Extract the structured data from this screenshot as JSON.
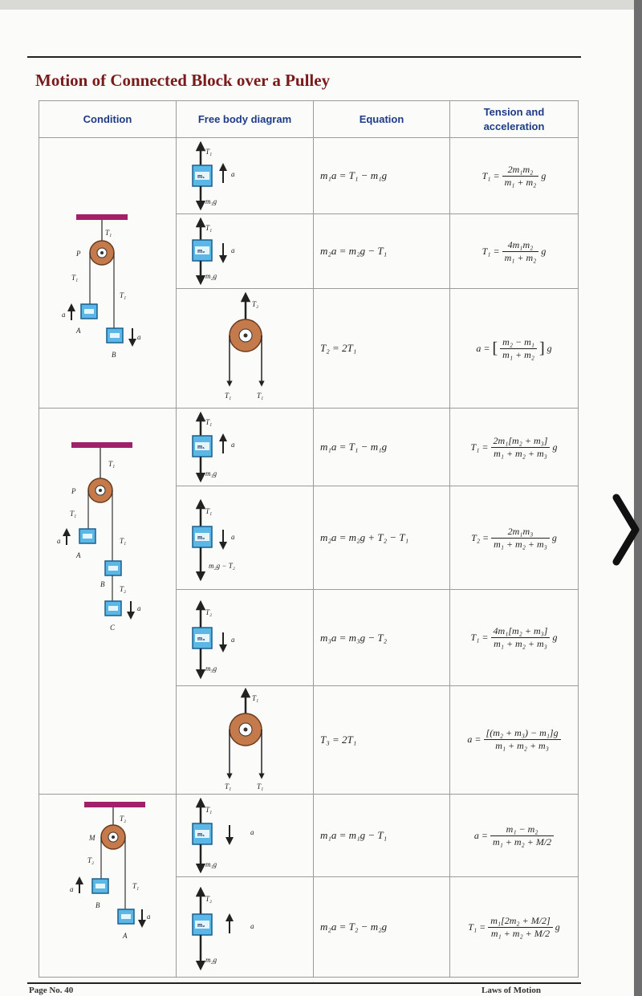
{
  "title": "Motion of Connected Block over a Pulley",
  "headers": {
    "condition": "Condition",
    "fbd": "Free body diagram",
    "equation": "Equation",
    "tension_line1": "Tension and",
    "tension_line2": "acceleration"
  },
  "labels": {
    "P": "P",
    "A": "A",
    "B": "B",
    "C": "C",
    "M": "M",
    "a": "a",
    "T1": "T₁",
    "T2": "T₂",
    "m1": "m₁",
    "m2": "m₂",
    "m3": "m₃",
    "m1g": "m₁g",
    "m2g": "m₂g",
    "m3g": "m₃g",
    "m2g_minus_T2": "m₂g − T₂"
  },
  "rows": [
    {
      "equation": "m₁a = T₁ − m₁g",
      "result_lhs": "T₁ =",
      "num": "2m₁m₂",
      "den": "m₁ + m₂",
      "tail": "g"
    },
    {
      "equation": "m₂a = m₂g − T₁",
      "result_lhs": "T₁ =",
      "num": "4m₁m₂",
      "den": "m₁ + m₂",
      "tail": "g"
    },
    {
      "equation": "T₂ = 2T₁",
      "result_lhs": "a =",
      "num": "m₂ − m₁",
      "den": "m₁ + m₂",
      "tail": "g"
    },
    {
      "equation": "m₁a = T₁ − m₁g",
      "result_lhs": "T₁ =",
      "num": "2m₁[m₂ + m₃]",
      "den": "m₁ + m₂ + m₃",
      "tail": "g"
    },
    {
      "equation": "m₂a = m₂g + T₂ − T₁",
      "result_lhs": "T₂ =",
      "num": "2m₁m₃",
      "den": "m₁ + m₂ + m₃",
      "tail": "g"
    },
    {
      "equation": "m₃a = m₃g − T₂",
      "result_lhs": "T₁ =",
      "num": "4m₁[m₂ + m₃]",
      "den": "m₁ + m₂ + m₃",
      "tail": "g"
    },
    {
      "equation": "T₃ = 2T₁",
      "result_lhs": "a =",
      "num": "[(m₂ + m₃) − m₁]g",
      "den": "m₁ + m₂ + m₃",
      "tail": ""
    },
    {
      "equation": "m₁a = m₁g − T₁",
      "result_lhs": "a =",
      "num": "m₁ − m₂",
      "den": "m₁ + m₂ + M/2",
      "tail": ""
    },
    {
      "equation": "m₂a = T₂ − m₂g",
      "result_lhs": "T₁ =",
      "num": "m₁[2m₂ + M/2]",
      "den": "m₁ + m₂ + M/2",
      "tail": "g"
    }
  ],
  "footer": {
    "left": "Page No. 40",
    "right": "Laws of Motion"
  },
  "colors": {
    "title": "#7a1a1a",
    "header": "#1d3b87",
    "block": "#5ab7e6",
    "beam": "#a0206a",
    "pulley": "#c47a4a"
  }
}
